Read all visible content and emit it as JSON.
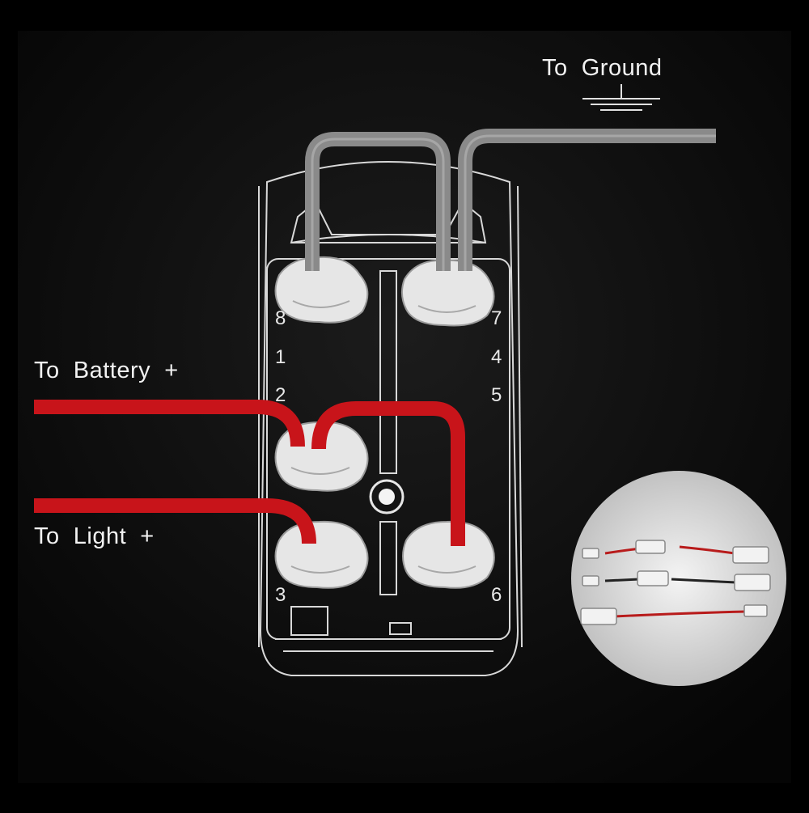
{
  "labels": {
    "ground": "To  Ground",
    "battery": "To  Battery  +",
    "light": "To  Light  +"
  },
  "pins": {
    "p8": "8",
    "p1": "1",
    "p2": "2",
    "p3": "3",
    "p7": "7",
    "p4": "4",
    "p5": "5",
    "p6": "6"
  },
  "colors": {
    "background": "#000000",
    "ground_wire": "#8a8a8a",
    "power_wire": "#c8141a",
    "terminal": "#e6e6e6",
    "outline": "#d8d8d8"
  },
  "inset": {
    "description_icon": "wire-harness-icon"
  }
}
